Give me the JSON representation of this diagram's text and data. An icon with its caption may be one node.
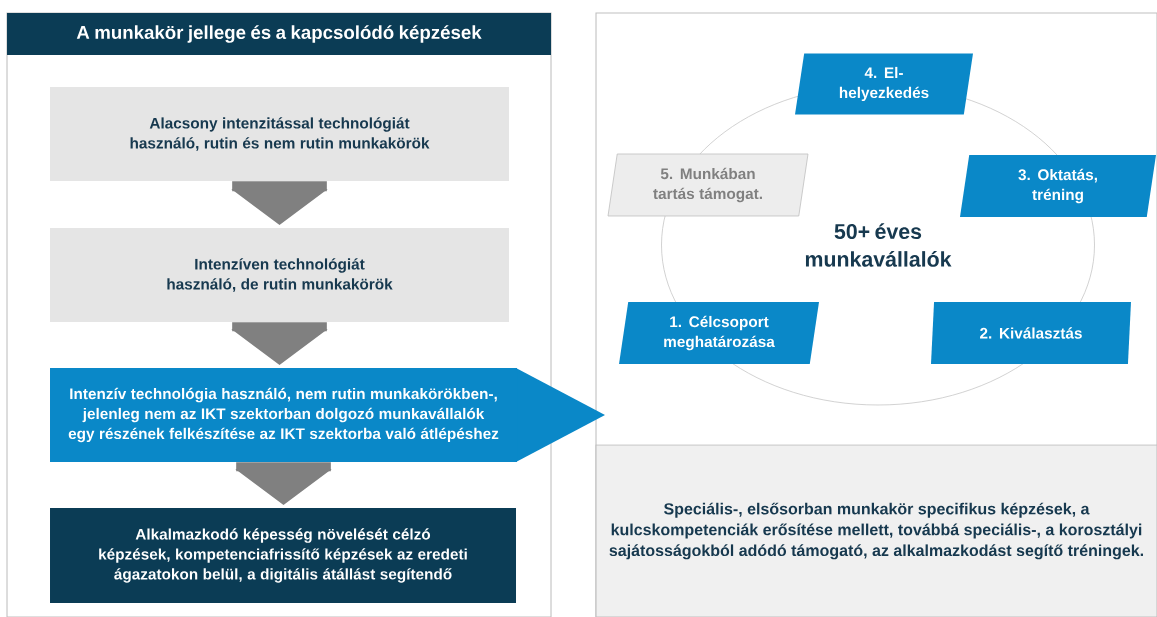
{
  "diagram": {
    "nodes": [
      {
        "text": [
          "A munkakör jellege és a kapcsolódó képzések"
        ]
      },
      {
        "text": [
          "Alacsony intenzitással technológiát használó, rutin és nem rutin munkakörök"
        ],
        "in": 0
      },
      {
        "text": [
          "Intenzíven technológiát használó, de rutin munkakörök"
        ],
        "in": 0
      },
      {
        "text": [
          "Intenzív technológia használó, nem rutin munkakörökben-, jelenleg nem az IKT szektorban dolgozó munkavállalók egy részének felkészítése az IKT szektorba való átlépéshez"
        ],
        "in": 0
      },
      {
        "text": [
          "Alkalmazkodó képesség növelését célzó képzések, kompetenciafrissítő képzések az eredeti ágazatokon belül, a digitális átállást segítendő"
        ],
        "in": 0
      },
      {
        "text": [
          "50+ éves munkavállalók"
        ]
      },
      {
        "text": [
          "4. El- helyezkedés"
        ]
      },
      {
        "text": [
          "5. Munkában tartás támogat."
        ]
      },
      {
        "text": [
          "3. Oktatás, tréning"
        ]
      },
      {
        "text": [
          "1. Célcsoport meghatározása"
        ]
      },
      {
        "text": [
          "2. Kiválasztás"
        ]
      },
      {
        "text": [
          "Speciális-, elsősorban munkakör specifikus képzések, a kulcskompetenciák erősítése mellett, továbbá speciális-, a korosztályi sajátosságokból adódó támogató, az alkalmazkodást segítő tréningek."
        ]
      }
    ],
    "edges": [
      {
        "from": 1,
        "to": 2,
        "arrow": "to"
      },
      {
        "from": 2,
        "to": 3,
        "arrow": "to"
      },
      {
        "from": 3,
        "to": 4,
        "arrow": "to"
      }
    ]
  }
}
